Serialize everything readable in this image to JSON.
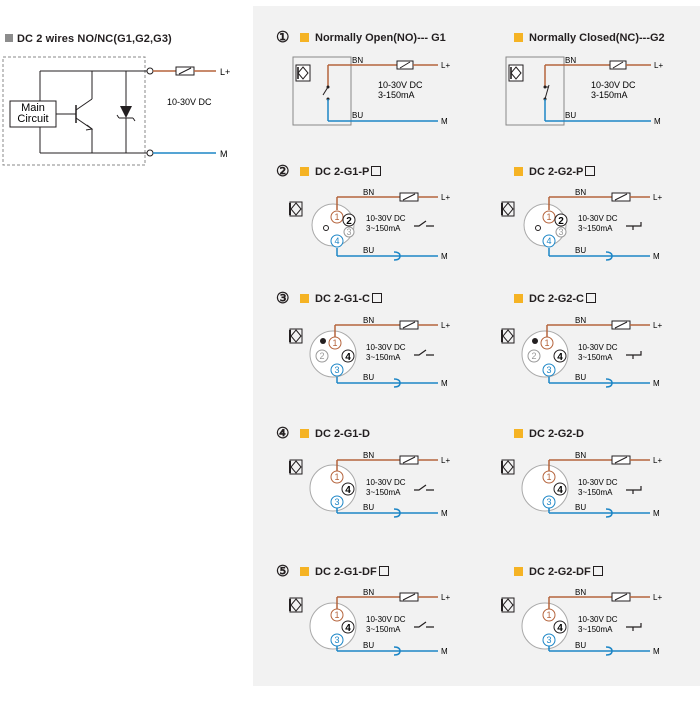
{
  "left": {
    "title": "DC 2 wires NO/NC(G1,G2,G3)",
    "main_circuit_line1": "Main",
    "main_circuit_line2": "Circuit",
    "voltage": "10-30V DC",
    "l_plus": "L+",
    "m": "M"
  },
  "sections": [
    {
      "num": "①",
      "left": "Normally Open(NO)--- G1",
      "right": "Normally Closed(NC)---G2",
      "left_box": false,
      "right_box": false
    },
    {
      "num": "②",
      "left": "DC 2-G1-P",
      "right": "DC 2-G2-P",
      "left_box": true,
      "right_box": true
    },
    {
      "num": "③",
      "left": "DC 2-G1-C",
      "right": "DC 2-G2-C",
      "left_box": true,
      "right_box": true
    },
    {
      "num": "④",
      "left": "DC 2-G1-D",
      "right": "DC 2-G2-D",
      "left_box": false,
      "right_box": false
    },
    {
      "num": "⑤",
      "left": "DC 2-G1-DF",
      "right": "DC 2-G2-DF",
      "left_box": true,
      "right_box": true
    }
  ],
  "labels": {
    "bn": "BN",
    "bu": "BU",
    "l_plus": "L+",
    "m": "M",
    "voltage": "10-30V DC",
    "current_dash": "3-150mA",
    "current_tilde": "3~150mA"
  },
  "pins": {
    "p1": "1",
    "p2": "2",
    "p3": "3",
    "p4": "4"
  },
  "colors": {
    "brown": "#b5643c",
    "blue": "#1d86c6",
    "yellow": "#f5b324",
    "panel": "#f2f2f2",
    "grey_pin": "#9a9a9a"
  }
}
